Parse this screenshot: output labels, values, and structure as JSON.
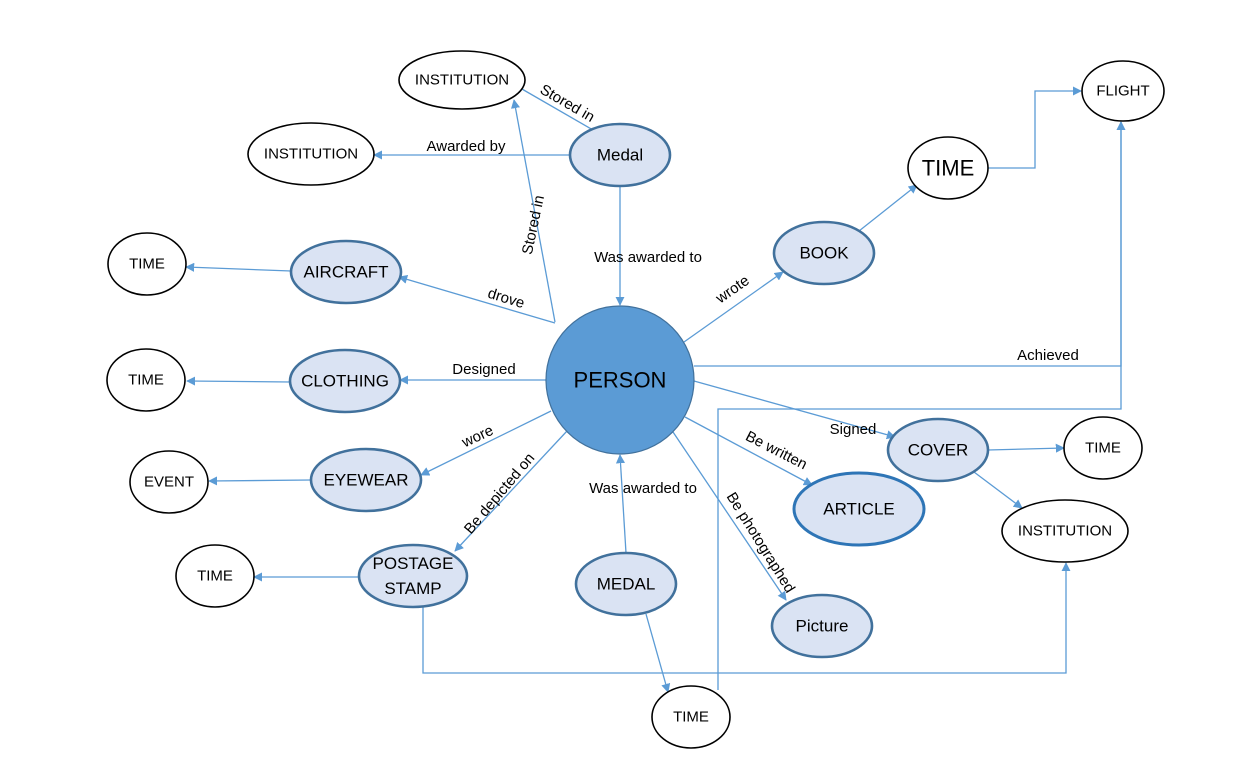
{
  "colors": {
    "edge": "#5b9bd5",
    "centerFill": "#5b9bd5",
    "centerStroke": "#41719c",
    "blueFill": "#dae3f3",
    "blueStroke": "#41719c",
    "articleStroke": "#2e75b6",
    "whiteStroke": "#000000"
  },
  "nodes": [
    {
      "id": "person",
      "label": "PERSON",
      "style": "center"
    },
    {
      "id": "medal_top",
      "label": "Medal",
      "style": "blue"
    },
    {
      "id": "institution_top",
      "label": "INSTITUTION",
      "style": "white"
    },
    {
      "id": "institution_left",
      "label": "INSTITUTION",
      "style": "white"
    },
    {
      "id": "aircraft",
      "label": "AIRCRAFT",
      "style": "blue"
    },
    {
      "id": "time_aircraft",
      "label": "TIME",
      "style": "white"
    },
    {
      "id": "clothing",
      "label": "CLOTHING",
      "style": "blue"
    },
    {
      "id": "time_clothing",
      "label": "TIME",
      "style": "white"
    },
    {
      "id": "eyewear",
      "label": "EYEWEAR",
      "style": "blue"
    },
    {
      "id": "event",
      "label": "EVENT",
      "style": "white"
    },
    {
      "id": "postage",
      "label": [
        "POSTAGE",
        "STAMP"
      ],
      "style": "blue"
    },
    {
      "id": "time_postage",
      "label": "TIME",
      "style": "white"
    },
    {
      "id": "medal_bottom",
      "label": "MEDAL",
      "style": "blue"
    },
    {
      "id": "time_bottom",
      "label": "TIME",
      "style": "white"
    },
    {
      "id": "picture",
      "label": "Picture",
      "style": "blue"
    },
    {
      "id": "article",
      "label": "ARTICLE",
      "style": "article"
    },
    {
      "id": "cover",
      "label": "COVER",
      "style": "blue"
    },
    {
      "id": "time_cover",
      "label": "TIME",
      "style": "white"
    },
    {
      "id": "institution_right",
      "label": "INSTITUTION",
      "style": "white"
    },
    {
      "id": "book",
      "label": "BOOK",
      "style": "blue"
    },
    {
      "id": "time_book",
      "label": "TIME",
      "style": "white"
    },
    {
      "id": "flight",
      "label": "FLIGHT",
      "style": "white"
    }
  ],
  "edges": [
    {
      "id": "e_medal_inst_top",
      "from": "medal_top",
      "to": "institution_top",
      "label": "Stored in"
    },
    {
      "id": "e_medal_inst_left",
      "from": "medal_top",
      "to": "institution_left",
      "label": "Awarded by"
    },
    {
      "id": "e_medal_person",
      "from": "medal_top",
      "to": "person",
      "label": "Was awarded to"
    },
    {
      "id": "e_person_inst_top",
      "from": "person",
      "to": "institution_top",
      "label": "Stored in"
    },
    {
      "id": "e_person_aircraft",
      "from": "person",
      "to": "aircraft",
      "label": "drove"
    },
    {
      "id": "e_aircraft_time",
      "from": "aircraft",
      "to": "time_aircraft",
      "label": ""
    },
    {
      "id": "e_person_clothing",
      "from": "person",
      "to": "clothing",
      "label": "Designed"
    },
    {
      "id": "e_clothing_time",
      "from": "clothing",
      "to": "time_clothing",
      "label": ""
    },
    {
      "id": "e_person_eyewear",
      "from": "person",
      "to": "eyewear",
      "label": "wore"
    },
    {
      "id": "e_eyewear_event",
      "from": "eyewear",
      "to": "event",
      "label": ""
    },
    {
      "id": "e_person_postage",
      "from": "person",
      "to": "postage",
      "label": "Be depicted on"
    },
    {
      "id": "e_postage_time",
      "from": "postage",
      "to": "time_postage",
      "label": ""
    },
    {
      "id": "e_medal_bottom_person",
      "from": "medal_bottom",
      "to": "person",
      "label": "Was awarded to"
    },
    {
      "id": "e_medal_bottom_time",
      "from": "medal_bottom",
      "to": "time_bottom",
      "label": ""
    },
    {
      "id": "e_person_picture",
      "from": "person",
      "to": "picture",
      "label": "Be photographed"
    },
    {
      "id": "e_person_article",
      "from": "person",
      "to": "article",
      "label": "Be written"
    },
    {
      "id": "e_person_cover",
      "from": "person",
      "to": "cover",
      "label": "Signed"
    },
    {
      "id": "e_cover_time",
      "from": "cover",
      "to": "time_cover",
      "label": ""
    },
    {
      "id": "e_cover_inst",
      "from": "cover",
      "to": "institution_right",
      "label": ""
    },
    {
      "id": "e_person_book",
      "from": "person",
      "to": "book",
      "label": "wrote"
    },
    {
      "id": "e_book_time",
      "from": "book",
      "to": "time_book",
      "label": ""
    },
    {
      "id": "e_time_flight",
      "from": "time_book",
      "to": "flight",
      "label": ""
    },
    {
      "id": "e_person_flight",
      "from": "person",
      "to": "flight",
      "label": "Achieved"
    },
    {
      "id": "e_postage_inst",
      "from": "postage",
      "to": "institution_right",
      "label": ""
    },
    {
      "id": "e_timebottom_flight",
      "from": "time_bottom",
      "to": "flight",
      "label": ""
    }
  ]
}
